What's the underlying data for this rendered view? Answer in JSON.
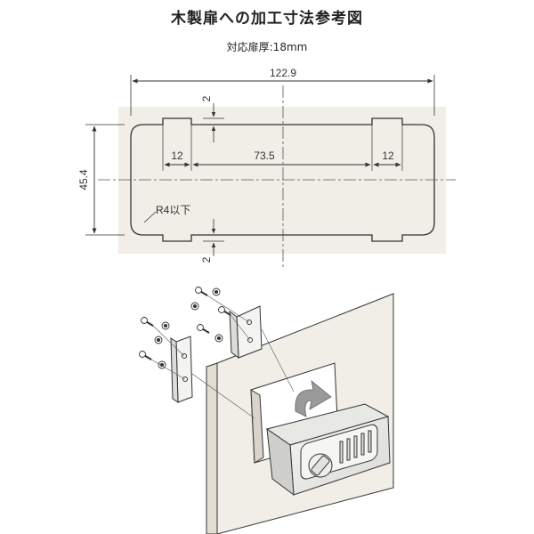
{
  "title": "木製扉への加工寸法参考図",
  "subtitle": "対応扉厚:18mm",
  "dimensions": {
    "overall_width": "122.9",
    "height": "45.4",
    "notch_depth_top": "2",
    "notch_depth_bottom": "2",
    "left_notch": "12",
    "center_span": "73.5",
    "right_notch": "12",
    "corner_radius_note": "R4以下"
  },
  "colors": {
    "panel_fill": "#f1eee7",
    "line": "#333333",
    "arrow_fill": "#9a9a9a"
  }
}
